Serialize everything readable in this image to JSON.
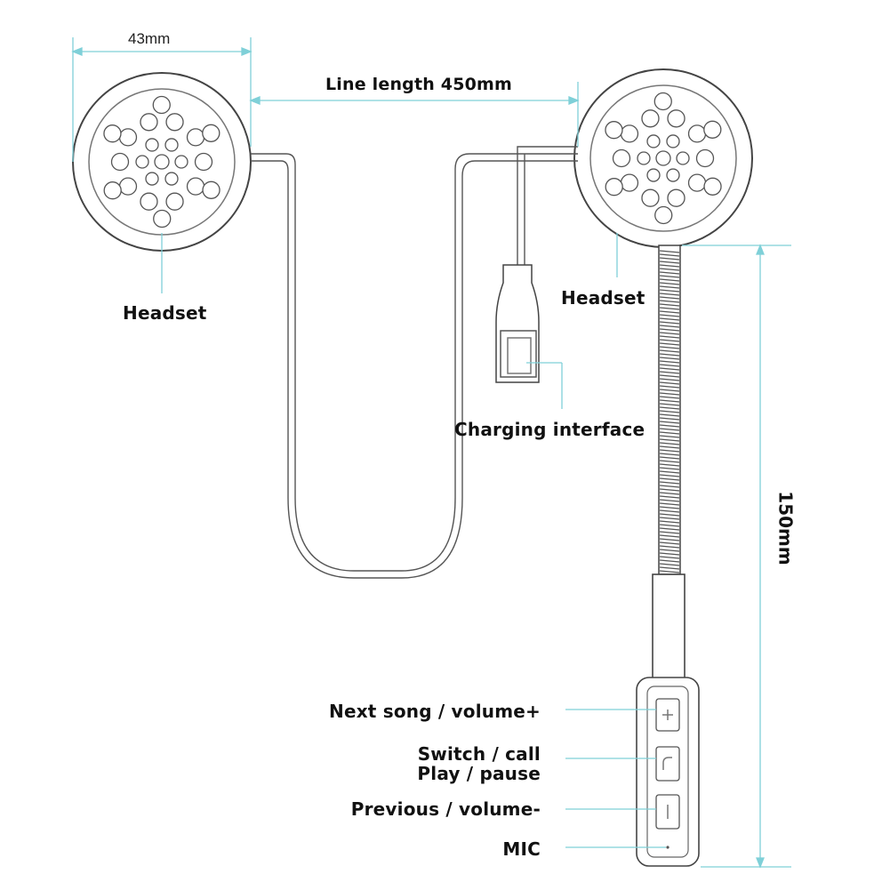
{
  "labels": {
    "headset_left": "Headset",
    "headset_right": "Headset",
    "charging_interface": "Charging interface",
    "next_song": "Next song / volume+",
    "switch_call": "Switch / call",
    "play_pause": "Play / pause",
    "previous": "Previous / volume-",
    "mic": "MIC"
  },
  "dimensions": {
    "earpiece_width": "43mm",
    "line_length": "Line length 450mm",
    "boom_length": "150mm"
  },
  "controls": {
    "plus_icon": "plus-icon",
    "phone_icon": "phone-icon",
    "minus_icon": "minus-icon",
    "mic_icon": "mic-hole-icon"
  },
  "colors": {
    "outline": "#5a5a5a",
    "dimension_line": "#7fd0d8",
    "text": "#111111"
  }
}
